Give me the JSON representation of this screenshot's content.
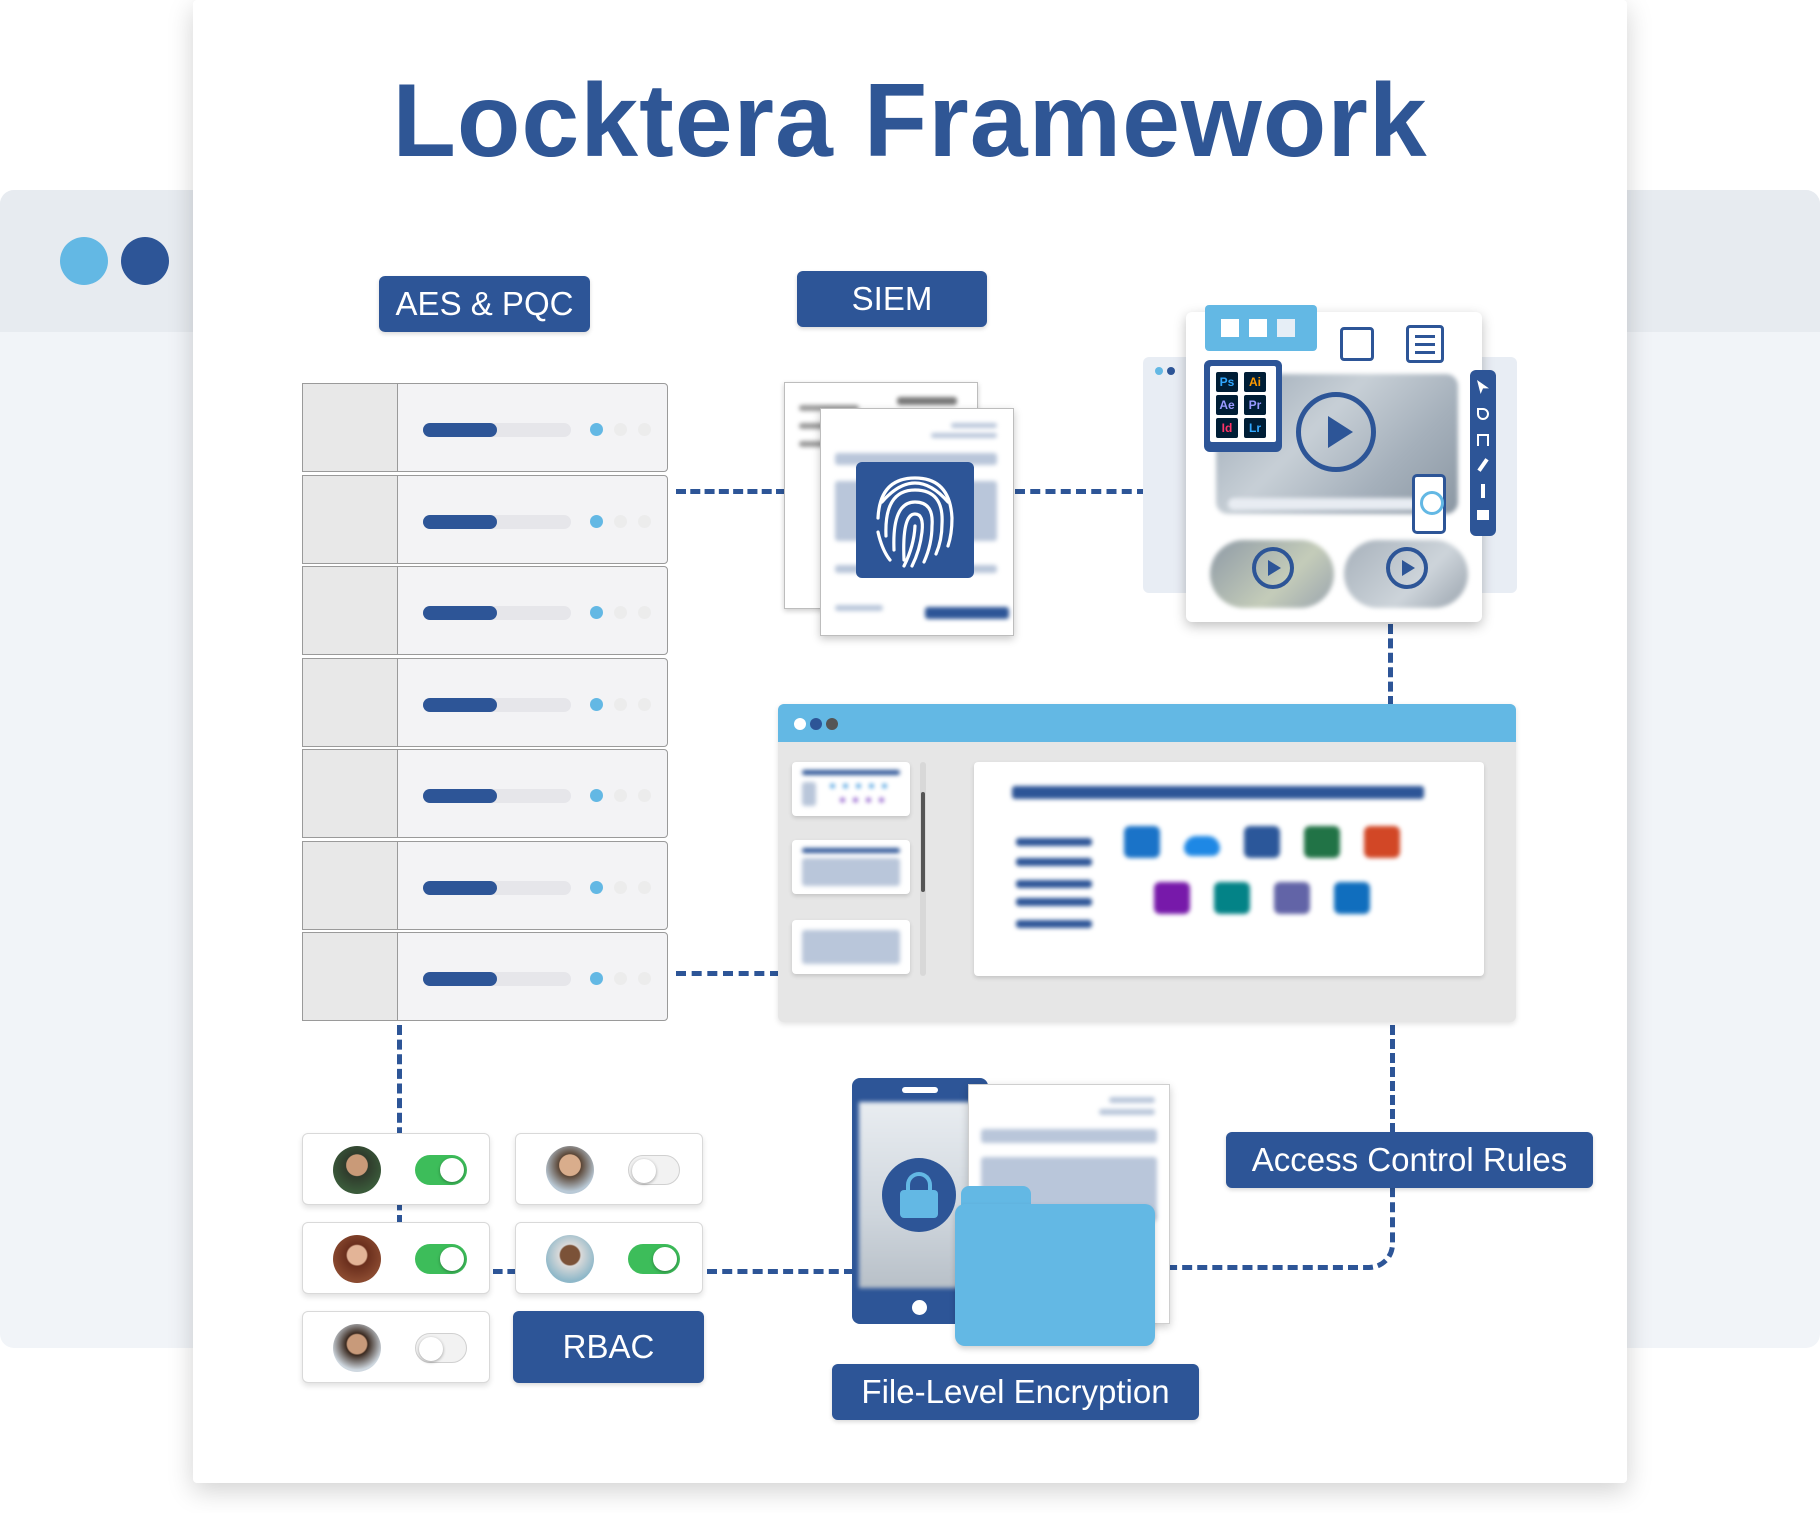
{
  "title": "Locktera Framework",
  "labels": {
    "aes": "AES & PQC",
    "siem": "SIEM",
    "access": "Access Control Rules",
    "rbac": "RBAC",
    "file": "File-Level Encryption"
  },
  "app_badges": [
    "Ps",
    "Ai",
    "Ae",
    "Pr",
    "Id",
    "Lr"
  ],
  "office_apps": [
    "outlook",
    "onedrive",
    "word",
    "excel",
    "powerpoint",
    "onenote",
    "sharepoint",
    "teams",
    "yammer"
  ],
  "rbac_users": [
    {
      "name": "user-1",
      "enabled": true
    },
    {
      "name": "user-2",
      "enabled": false
    },
    {
      "name": "user-3",
      "enabled": true
    },
    {
      "name": "user-4",
      "enabled": true
    },
    {
      "name": "user-5",
      "enabled": false
    }
  ],
  "server_units": 7,
  "colors": {
    "brand": "#2d5597",
    "accent": "#63b8e4",
    "toggle_on": "#3dbd5a",
    "folder": "#63b8e4"
  }
}
